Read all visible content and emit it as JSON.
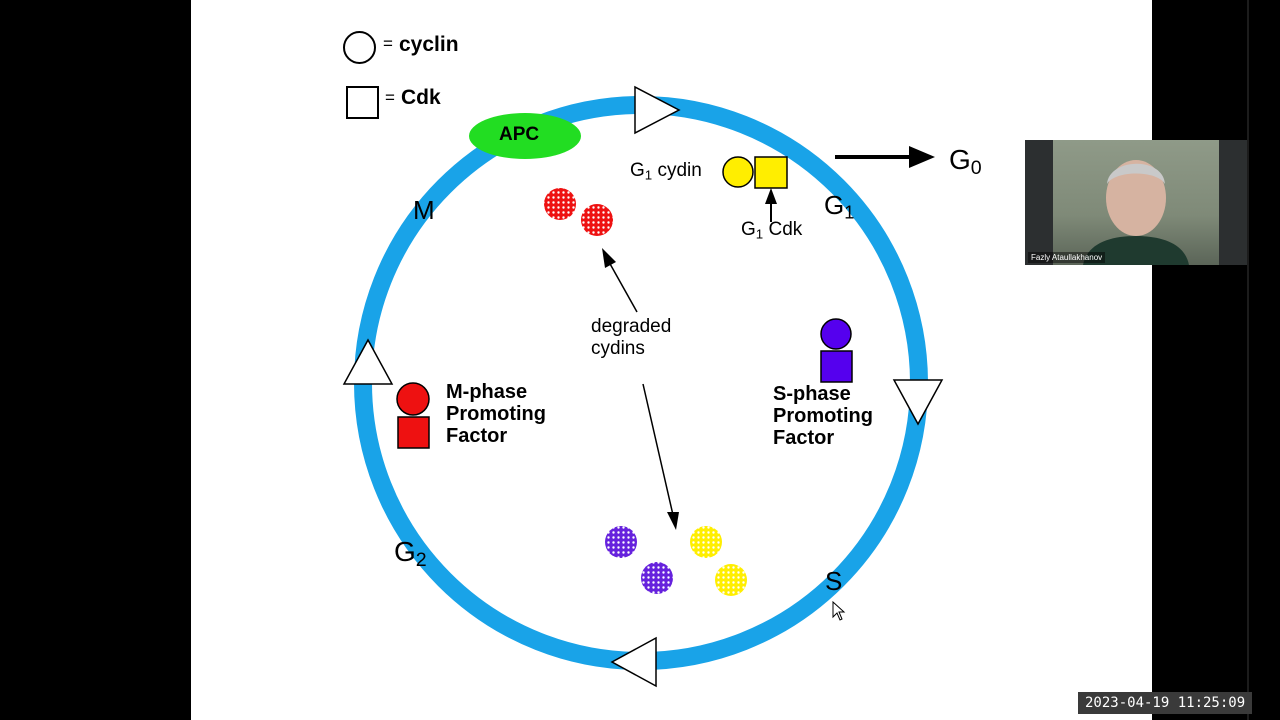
{
  "legend": {
    "cyclin_label": "cyclin",
    "cdk_label": "Cdk",
    "equals": "="
  },
  "enzyme": {
    "apc_label": "APC"
  },
  "phases": {
    "m": "M",
    "g1_letter": "G",
    "g1_sub": "1",
    "g2_letter": "G",
    "g2_sub": "2",
    "s": "S",
    "g0_letter": "G",
    "g0_sub": "0"
  },
  "g1_complex": {
    "cyclin_letter": "G",
    "cyclin_sub": "1",
    "cyclin_word": "cydin",
    "cdk_letter": "G",
    "cdk_sub": "1",
    "cdk_word": "Cdk"
  },
  "degraded": {
    "line1": "degraded",
    "line2": "cydins"
  },
  "mpf": {
    "line1": "M-phase",
    "line2": "Promoting",
    "line3": "Factor"
  },
  "spf": {
    "line1": "S-phase",
    "line2": "Promoting",
    "line3": "Factor"
  },
  "video": {
    "participant_name": "Fazly Ataullakhanov",
    "timestamp": "2023-04-19  11:25:09"
  },
  "colors": {
    "ring": "#19a3e8",
    "apc": "#22dd22",
    "g1": "#ffee00",
    "mpf": "#ee1111",
    "spf": "#5500ee"
  }
}
